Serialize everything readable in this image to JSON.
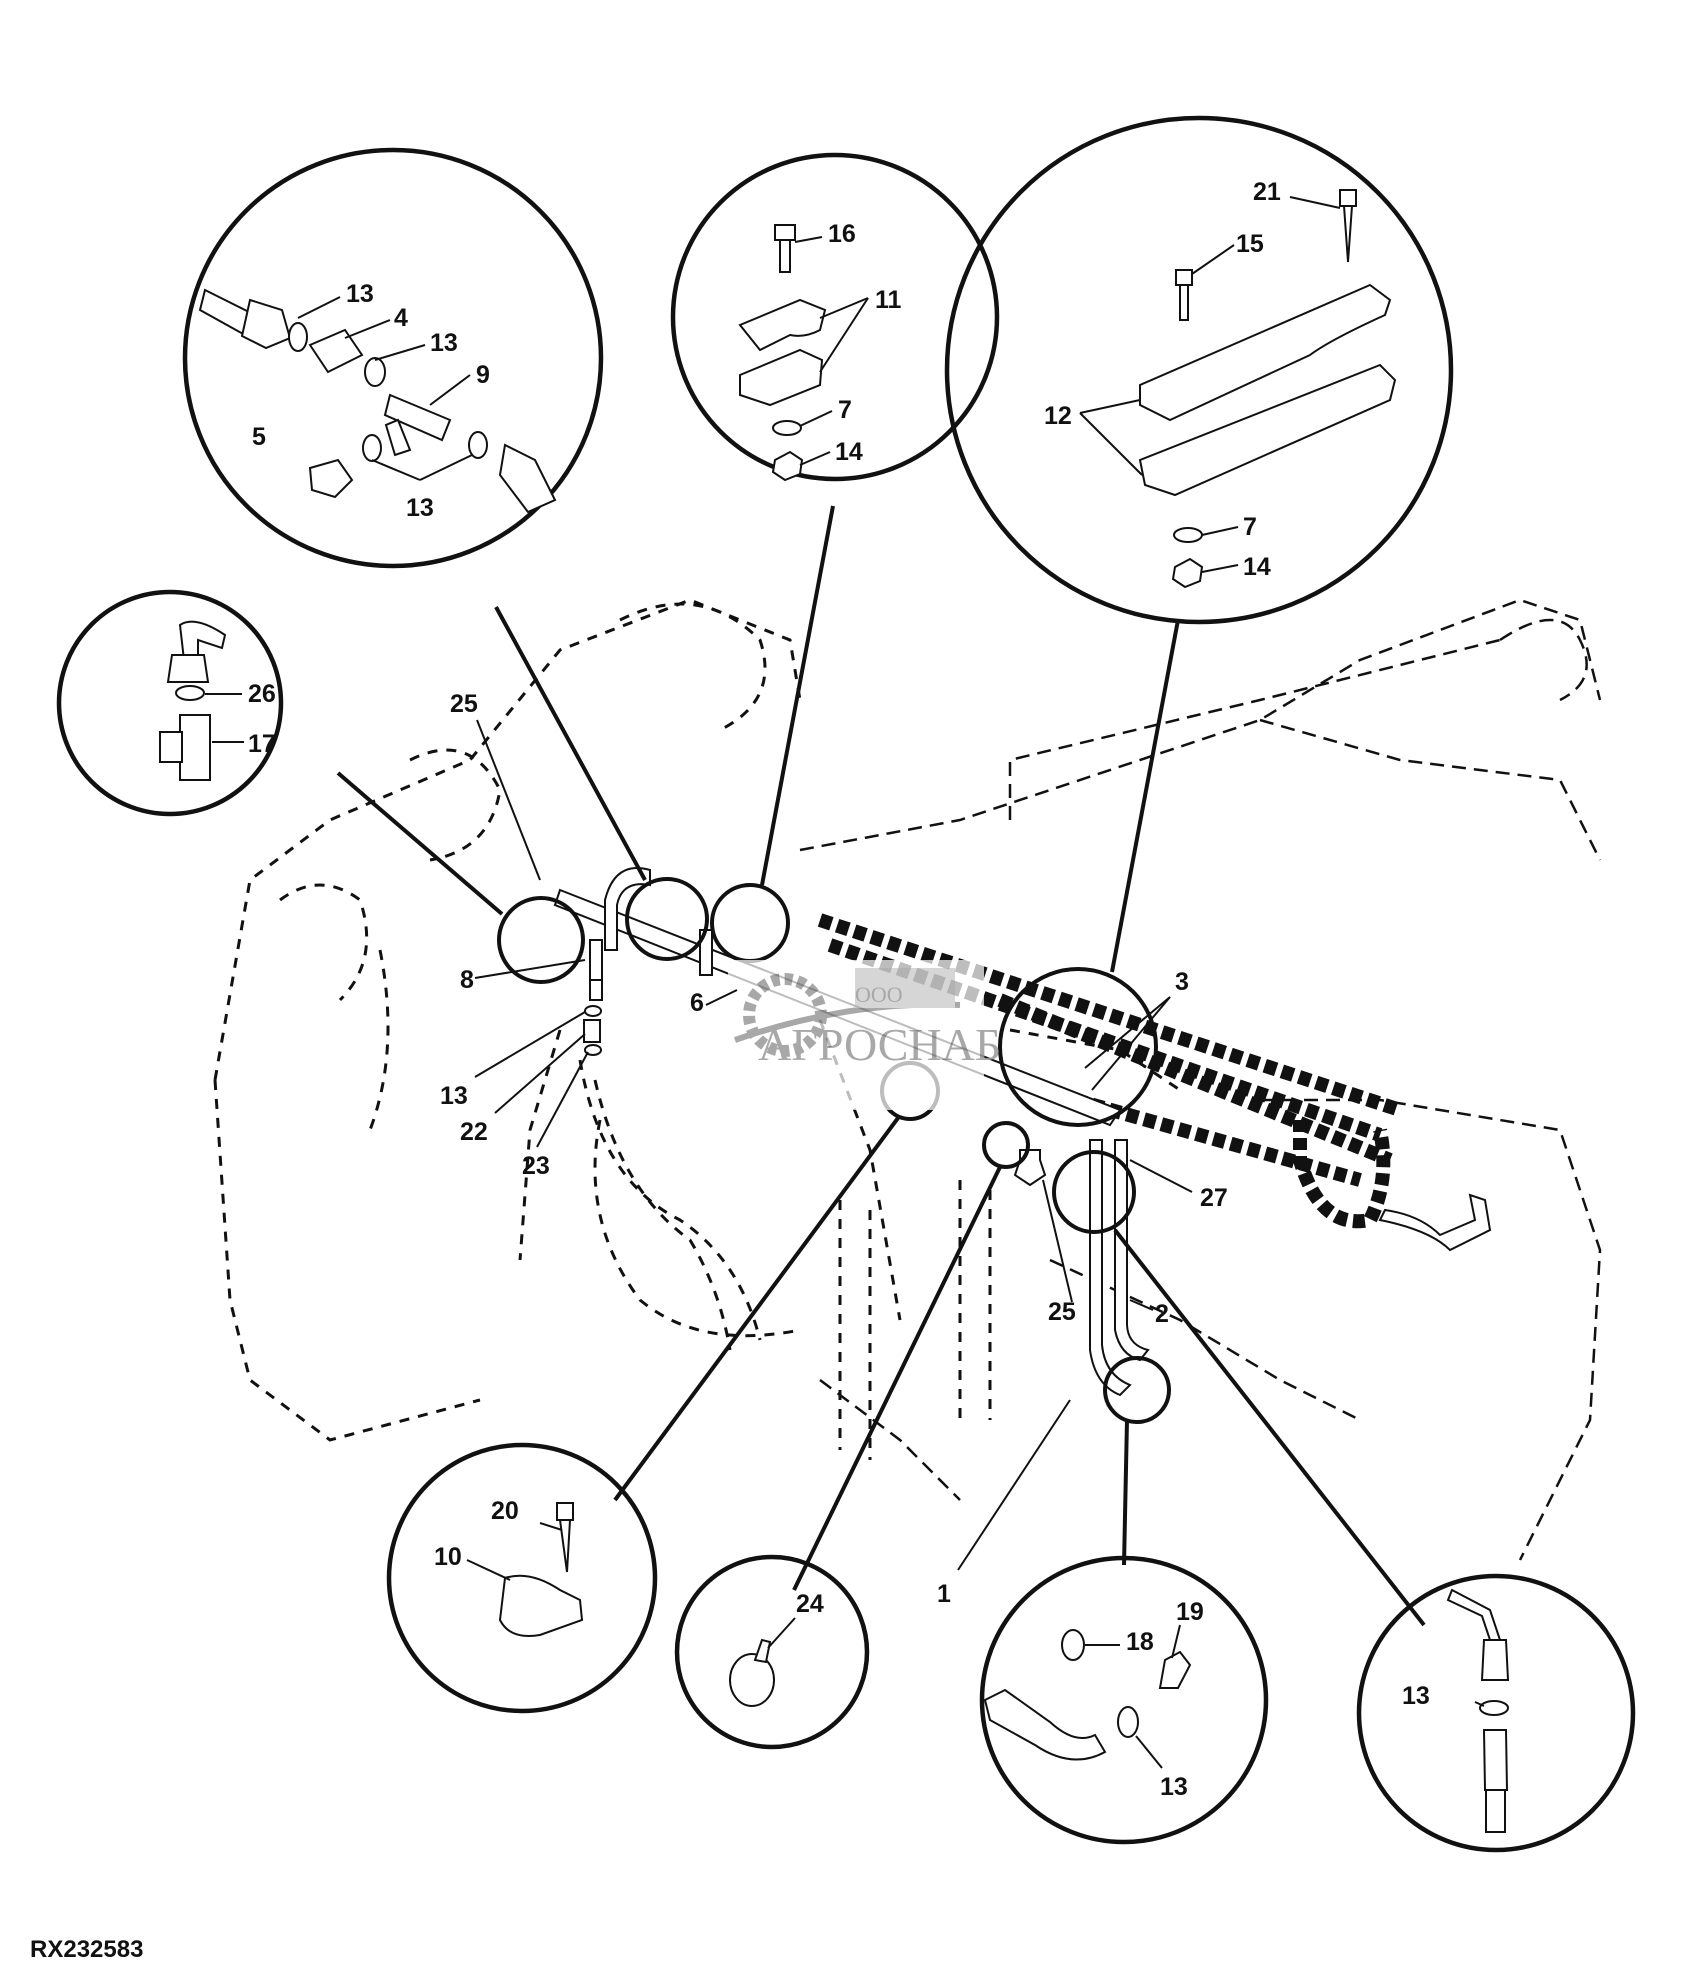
{
  "figure": {
    "id": "RX232583",
    "description": "Exploded parts diagram of hydraulic lines with callout detail circles"
  },
  "watermark": {
    "prefix": "ООО",
    "brand": "АГРОСНАБ",
    "color": "#9a9a9a"
  },
  "callouts": {
    "d1": [
      "13",
      "4",
      "13",
      "9",
      "5",
      "13"
    ],
    "d2": [
      "16",
      "11",
      "7",
      "14"
    ],
    "d3": [
      "21",
      "15",
      "12",
      "7",
      "14"
    ],
    "d4": [
      "26",
      "17"
    ],
    "main": [
      "25",
      "8",
      "13",
      "22",
      "23",
      "6",
      "3",
      "27",
      "25",
      "2",
      "1"
    ],
    "d5": [
      "20",
      "10"
    ],
    "d6": [
      "24"
    ],
    "d7": [
      "18",
      "19",
      "13"
    ],
    "d8": [
      "13"
    ]
  }
}
